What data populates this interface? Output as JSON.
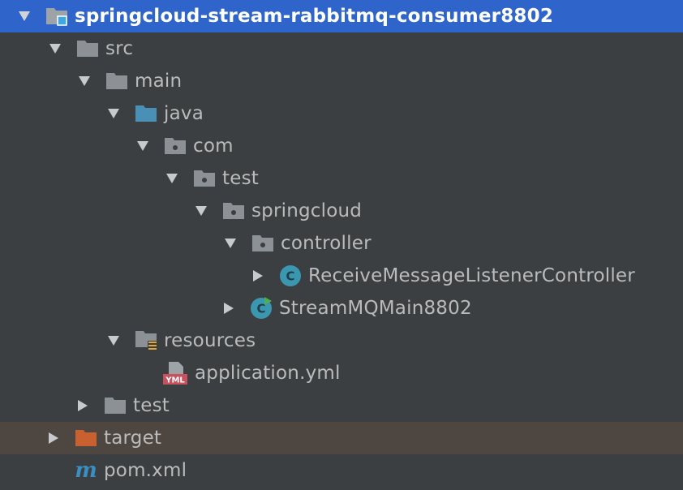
{
  "project_tree": {
    "root": {
      "label": "springcloud-stream-rabbitmq-consumer8802",
      "icon": "module-folder-icon"
    },
    "src": {
      "label": "src",
      "icon": "folder-icon"
    },
    "main": {
      "label": "main",
      "icon": "folder-icon"
    },
    "java": {
      "label": "java",
      "icon": "source-root-folder-icon"
    },
    "com": {
      "label": "com",
      "icon": "package-icon"
    },
    "test_pkg": {
      "label": "test",
      "icon": "package-icon"
    },
    "springcloud": {
      "label": "springcloud",
      "icon": "package-icon"
    },
    "controller": {
      "label": "controller",
      "icon": "package-icon"
    },
    "listener_class": {
      "label": "ReceiveMessageListenerController",
      "icon": "java-class-icon"
    },
    "main_class": {
      "label": "StreamMQMain8802",
      "icon": "java-main-class-icon"
    },
    "resources": {
      "label": "resources",
      "icon": "resources-folder-icon"
    },
    "app_yml": {
      "label": "application.yml",
      "icon": "yml-file-icon",
      "badge": "YML"
    },
    "test_dir": {
      "label": "test",
      "icon": "folder-icon"
    },
    "target": {
      "label": "target",
      "icon": "excluded-folder-icon"
    },
    "pom": {
      "label": "pom.xml",
      "icon": "maven-icon",
      "badge": "m"
    }
  },
  "colors": {
    "background": "#3c3f41",
    "selection": "#2f65ca",
    "excluded_row": "#4d4641",
    "folder": "#8c9196",
    "source_root": "#4a8fb5",
    "excluded_folder": "#c8602f",
    "class_icon": "#3b96b0",
    "text": "#bbbbbb"
  }
}
